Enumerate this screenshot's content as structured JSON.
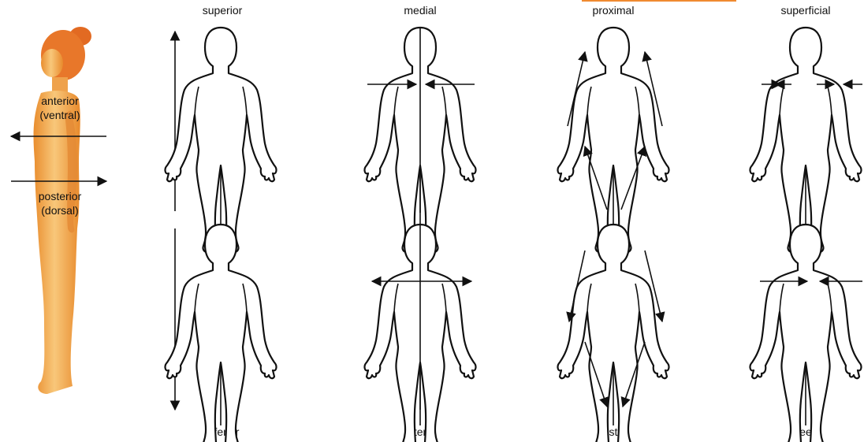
{
  "labels": {
    "anterior": "anterior",
    "ventral": "(ventral)",
    "posterior": "posterior",
    "dorsal": "(dorsal)",
    "superior": "superior",
    "inferior": "inferior",
    "medial": "medial",
    "lateral": "lateral",
    "proximal": "proximal",
    "distal": "distal",
    "superficial": "superficial",
    "deep": "deep"
  },
  "colors": {
    "skin": "#f2a449",
    "skin_light": "#f8c97e",
    "hair": "#e8722a",
    "outline": "#111111",
    "accent_bar": "#f08a30"
  }
}
